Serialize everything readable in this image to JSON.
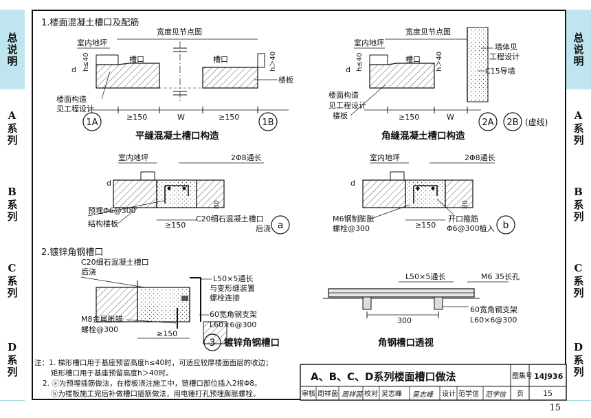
{
  "tabs": {
    "left": [
      "总说明",
      "A系列",
      "B系列",
      "C系列",
      "D系列"
    ],
    "right": [
      "总说明",
      "A系列",
      "B系列",
      "C系列",
      "D系列"
    ]
  },
  "sections": {
    "s1": "1.楼面混凝土槽口及配筋",
    "s2": "2.镀锌角钢槽口"
  },
  "labels": {
    "width_see_node": "宽度见节点图",
    "indoor_floor": "室内地坪",
    "slot": "槽口",
    "h_le_40": "h≤40",
    "h_gt_40": "h＞40",
    "d": "d",
    "slab": "楼板",
    "floor_construction": "楼面构造",
    "see_engineering_design": "见工程设计",
    "ge_150": "≥150",
    "w": "W",
    "wall_see": "墙体见",
    "wall_design": "工程设计",
    "c15_wall": "C15导墙",
    "two_phi8": "2Φ8通长",
    "embedded_phi6": "预埋Φ6@300",
    "structural_slab": "结构楼板",
    "c20_line1": "C20细石混凝土槽口",
    "c20_line2": "后浇",
    "m6_line1": "M6钢制膨胀",
    "m6_line2": "螺栓@300",
    "open_hoop": "开口箍筋",
    "phi6_insert": "Φ6@300植入",
    "eighty": "80",
    "l50_line1": "L50×5通长",
    "l50_line2": "与变形缝装置",
    "l50_line3": "螺栓连接",
    "l50_only": "L50×5通长",
    "m6_35": "M6 35长孔",
    "bracket_60": "60宽角钢支架",
    "l60": "L60×6@300",
    "m8_line1": "M8金属胀锚",
    "m8_line2": "螺栓@300",
    "three_hundred": "300"
  },
  "markers": {
    "m1a": "1A",
    "m1b": "1B",
    "m2a": "2A",
    "m2b": "2B",
    "dashed": "(虚线)",
    "ma": "a",
    "mb": "b",
    "m3": "3"
  },
  "titles": {
    "flat_joint": "平缝混凝土槽口构造",
    "corner_joint": "角缝混凝土槽口构造",
    "galvanized": "镀锌角钢槽口",
    "angle_perspective": "角钢槽口透视"
  },
  "notes": {
    "n1a": "注：1. 梯形槽口用于基座预留高度h≤40时，可适应较厚楼面面层的收边；",
    "n1b": "矩形槽口用于基座预留高度h＞40时。",
    "n2": "2. ⓐ为预埋插筋做法，在楼板浇注施工中，链槽口部位插入2根Φ8。",
    "n3": "ⓑ为楼板施工完后补做槽口插筋做法，用电锤打孔预埋膨胀螺栓。"
  },
  "title_block": {
    "main_title": "A、B、C、D系列楼面槽口做法",
    "atlas_label": "图集号",
    "atlas_no": "14J936",
    "review": "审核",
    "reviewer": "周祥茵",
    "review_sign": "周祥茵",
    "proof": "校对",
    "proofer": "吴志峰",
    "proof_sign": "吴志峰",
    "design": "设计",
    "designer": "范学信",
    "design_sign": "范学信",
    "page_label": "页",
    "page_no": "15"
  },
  "page_number": "15"
}
